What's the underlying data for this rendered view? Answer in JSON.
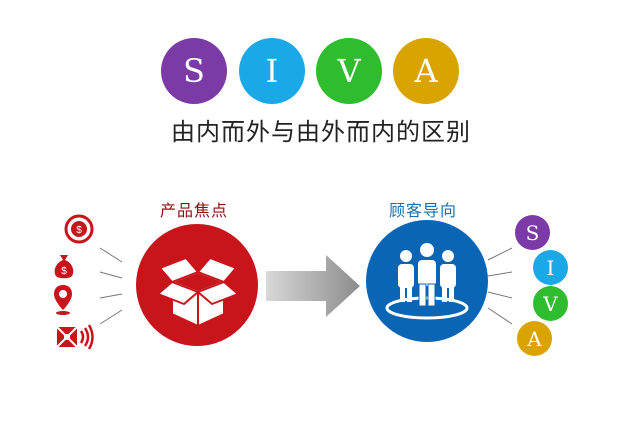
{
  "header": {
    "letters": [
      {
        "text": "S",
        "color": "#7b3aa6"
      },
      {
        "text": "I",
        "color": "#1aa8e6"
      },
      {
        "text": "V",
        "color": "#2fbd2f"
      },
      {
        "text": "A",
        "color": "#d9a400"
      }
    ],
    "title": "由内而外与由外而内的区别"
  },
  "left": {
    "label": "产品焦点",
    "label_color": "#8b1010",
    "circle_color": "#c8151b",
    "icons": [
      "money-badge-icon",
      "money-bag-icon",
      "location-pin-icon",
      "broadcast-icon"
    ],
    "money_symbol": "$"
  },
  "arrow": {
    "color": "#999999"
  },
  "right": {
    "label": "顾客导向",
    "label_color": "#1a6fb0",
    "circle_color": "#0a66b5",
    "letters": [
      {
        "text": "S",
        "color": "#7b3aa6"
      },
      {
        "text": "I",
        "color": "#1aa8e6"
      },
      {
        "text": "V",
        "color": "#2fbd2f"
      },
      {
        "text": "A",
        "color": "#d9a400"
      }
    ]
  }
}
